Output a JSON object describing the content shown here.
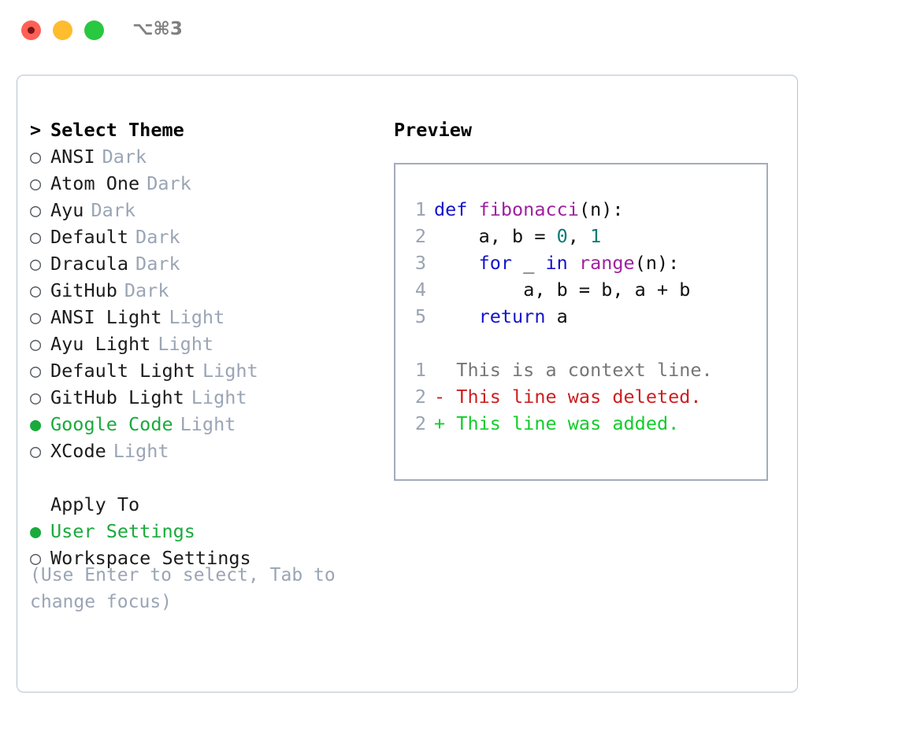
{
  "titlebar": {
    "shortcut": "⌥⌘3",
    "lights": [
      "close",
      "minimize",
      "maximize"
    ]
  },
  "theme_picker": {
    "header": {
      "prompt": ">",
      "label": "Select Theme"
    },
    "items": [
      {
        "marker": "○",
        "name": "ANSI",
        "category": "Dark",
        "selected": false
      },
      {
        "marker": "○",
        "name": "Atom One",
        "category": "Dark",
        "selected": false
      },
      {
        "marker": "○",
        "name": "Ayu",
        "category": "Dark",
        "selected": false
      },
      {
        "marker": "○",
        "name": "Default",
        "category": "Dark",
        "selected": false
      },
      {
        "marker": "○",
        "name": "Dracula",
        "category": "Dark",
        "selected": false
      },
      {
        "marker": "○",
        "name": "GitHub",
        "category": "Dark",
        "selected": false
      },
      {
        "marker": "○",
        "name": "ANSI Light",
        "category": "Light",
        "selected": false
      },
      {
        "marker": "○",
        "name": "Ayu Light",
        "category": "Light",
        "selected": false
      },
      {
        "marker": "○",
        "name": "Default Light",
        "category": "Light",
        "selected": false
      },
      {
        "marker": "○",
        "name": "GitHub Light",
        "category": "Light",
        "selected": false
      },
      {
        "marker": "●",
        "name": "Google Code",
        "category": "Light",
        "selected": true
      },
      {
        "marker": "○",
        "name": "XCode",
        "category": "Light",
        "selected": false
      }
    ]
  },
  "apply_to": {
    "label": "Apply To",
    "options": [
      {
        "marker": "●",
        "name": "User Settings",
        "selected": true
      },
      {
        "marker": "○",
        "name": "Workspace Settings",
        "selected": false
      }
    ]
  },
  "help": {
    "text": "(Use Enter to select, Tab to change focus)"
  },
  "preview": {
    "title": "Preview",
    "code_lines": [
      {
        "no": "1",
        "indent": "",
        "tokens": [
          {
            "t": "def ",
            "c": "kw"
          },
          {
            "t": "fibonacci",
            "c": "fn"
          },
          {
            "t": "(n):",
            "c": "plain"
          }
        ]
      },
      {
        "no": "2",
        "indent": "    ",
        "tokens": [
          {
            "t": "a, b = ",
            "c": "plain"
          },
          {
            "t": "0",
            "c": "num"
          },
          {
            "t": ", ",
            "c": "plain"
          },
          {
            "t": "1",
            "c": "num"
          }
        ]
      },
      {
        "no": "3",
        "indent": "    ",
        "tokens": [
          {
            "t": "for ",
            "c": "kw"
          },
          {
            "t": "_ ",
            "c": "plain"
          },
          {
            "t": "in ",
            "c": "kw"
          },
          {
            "t": "range",
            "c": "fn"
          },
          {
            "t": "(n):",
            "c": "plain"
          }
        ]
      },
      {
        "no": "4",
        "indent": "        ",
        "tokens": [
          {
            "t": "a, b = b, a + b",
            "c": "plain"
          }
        ]
      },
      {
        "no": "5",
        "indent": "    ",
        "tokens": [
          {
            "t": "return ",
            "c": "kw"
          },
          {
            "t": "a",
            "c": "plain"
          }
        ]
      }
    ],
    "diff_lines": [
      {
        "no": "1",
        "sign": "  ",
        "text": "This is a context line.",
        "kind": "ctx"
      },
      {
        "no": "2",
        "sign": "- ",
        "text": "This line was deleted.",
        "kind": "del"
      },
      {
        "no": "2",
        "sign": "+ ",
        "text": "This line was added.",
        "kind": "add"
      }
    ]
  },
  "colors": {
    "selected_green": "#1aaa3c",
    "category_gray": "#9aa5b5",
    "keyword_blue": "#1414cc",
    "function_magenta": "#a020a0",
    "number_teal": "#0b7a75",
    "diff_added": "#12cc2a",
    "diff_deleted": "#cc2020",
    "border_gray": "#a3acbb"
  }
}
